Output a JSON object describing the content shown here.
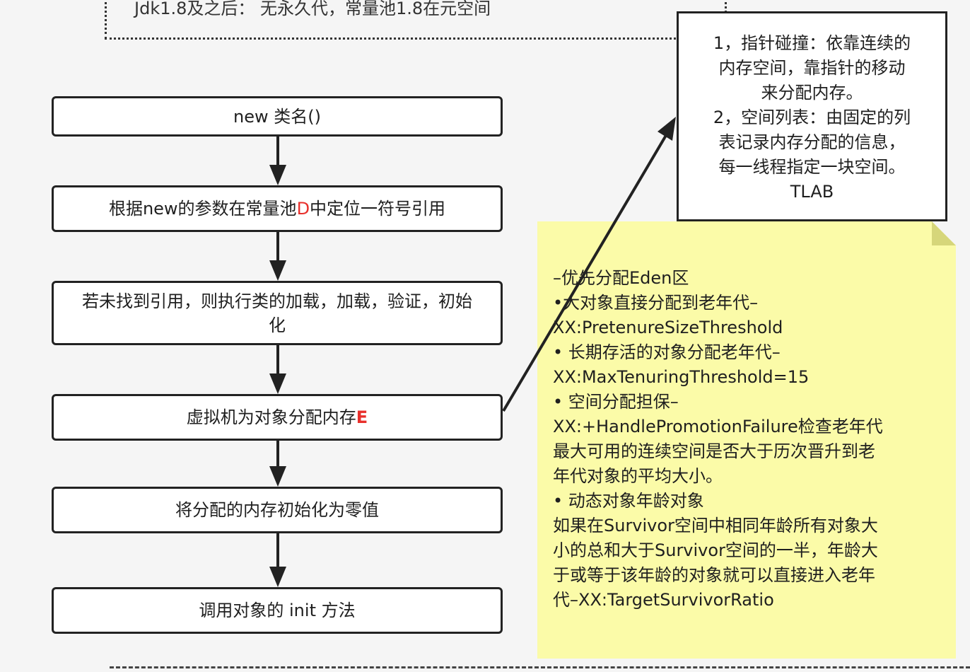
{
  "top_text": "Jdk1.8及之后： 无永久代，常量池1.8在元空间",
  "flow": {
    "step1": "new 类名()",
    "step2_pre": "根据new的参数在常量池",
    "step2_mark": "D",
    "step2_post": "中定位一符号引用",
    "step3": "若未找到引用，则执行类的加载，加载，验证，初始化",
    "step4_pre": "虚拟机为对象分配内存",
    "step4_mark": "E",
    "step5": "将分配的内存初始化为零值",
    "step6": "调用对象的 init 方法"
  },
  "tlab": {
    "line1": "1，指针碰撞：依靠连续的",
    "line2": "内存空间，靠指针的移动",
    "line3": "来分配内存。",
    "line4": "2，空间列表：由固定的列",
    "line5": "表记录内存分配的信息，",
    "line6": "每一线程指定一块空间。",
    "line7": "TLAB"
  },
  "note": {
    "text": "–优先分配Eden区\n•大对象直接分配到老年代–\nXX:PretenureSizeThreshold\n• 长期存活的对象分配老年代–\nXX:MaxTenuringThreshold=15\n• 空间分配担保–\nXX:+HandlePromotionFailure检查老年代\n最大可用的连续空间是否大于历次晋升到老\n年代对象的平均大小。\n• 动态对象年龄对象\n如果在Survivor空间中相同年龄所有对象大\n小的总和大于Survivor空间的一半，年龄大\n于或等于该年龄的对象就可以直接进入老年\n代–XX:TargetSurvivorRatio"
  },
  "colors": {
    "highlight": "#e8302c",
    "note_bg": "#fbfba8",
    "note_fold": "#d6d67a",
    "stroke": "#222222"
  }
}
